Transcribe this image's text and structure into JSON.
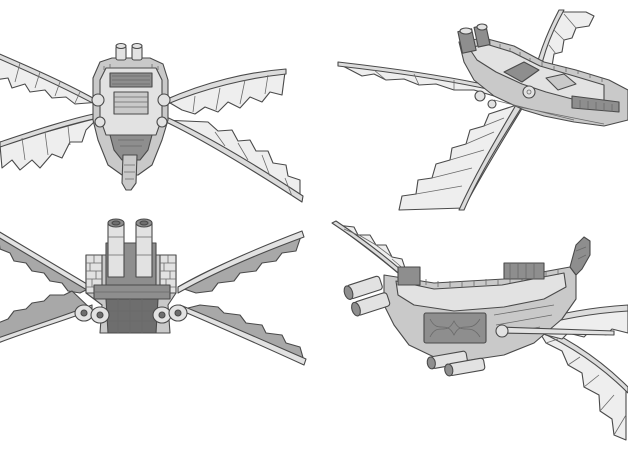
{
  "render": {
    "colors": {
      "hull_light": "#e2e2e2",
      "hull_mid": "#c9c9c9",
      "hull_dark": "#8e8e8e",
      "outline": "#4a4a4a",
      "background": "#ffffff"
    },
    "views": [
      {
        "id": "top",
        "icon": "airship-top-view-icon"
      },
      {
        "id": "perspective-rear",
        "icon": "airship-rear-perspective-icon"
      },
      {
        "id": "front",
        "icon": "airship-front-view-icon"
      },
      {
        "id": "perspective-side",
        "icon": "airship-side-perspective-icon"
      }
    ]
  }
}
